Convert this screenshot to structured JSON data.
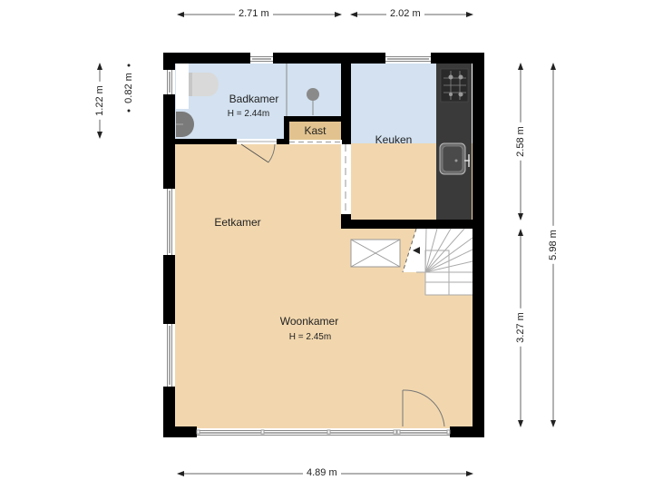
{
  "floorplan": {
    "rooms": {
      "badkamer": {
        "name": "Badkamer",
        "height": "H = 2.44m",
        "color": "#d3e1f0"
      },
      "kast": {
        "name": "Kast",
        "color": "#e2c38f"
      },
      "keuken": {
        "name": "Keuken",
        "color": "#d3e1f0"
      },
      "eetkamer": {
        "name": "Eetkamer",
        "color": "#f2d7ae"
      },
      "woonkamer": {
        "name": "Woonkamer",
        "height": "H = 2.45m",
        "color": "#f2d7ae"
      }
    },
    "dimensions": {
      "top_left": "2.71 m",
      "top_right": "2.02 m",
      "left_outer": "1.22 m",
      "left_inner": "0.82 m",
      "right_top": "2.58 m",
      "right_bottom": "3.27 m",
      "right_total": "5.98 m",
      "bottom_total": "4.89 m"
    },
    "colors": {
      "wall": "#000000",
      "counter": "#3a3a3a",
      "fixture": "#8a8a8a"
    }
  }
}
